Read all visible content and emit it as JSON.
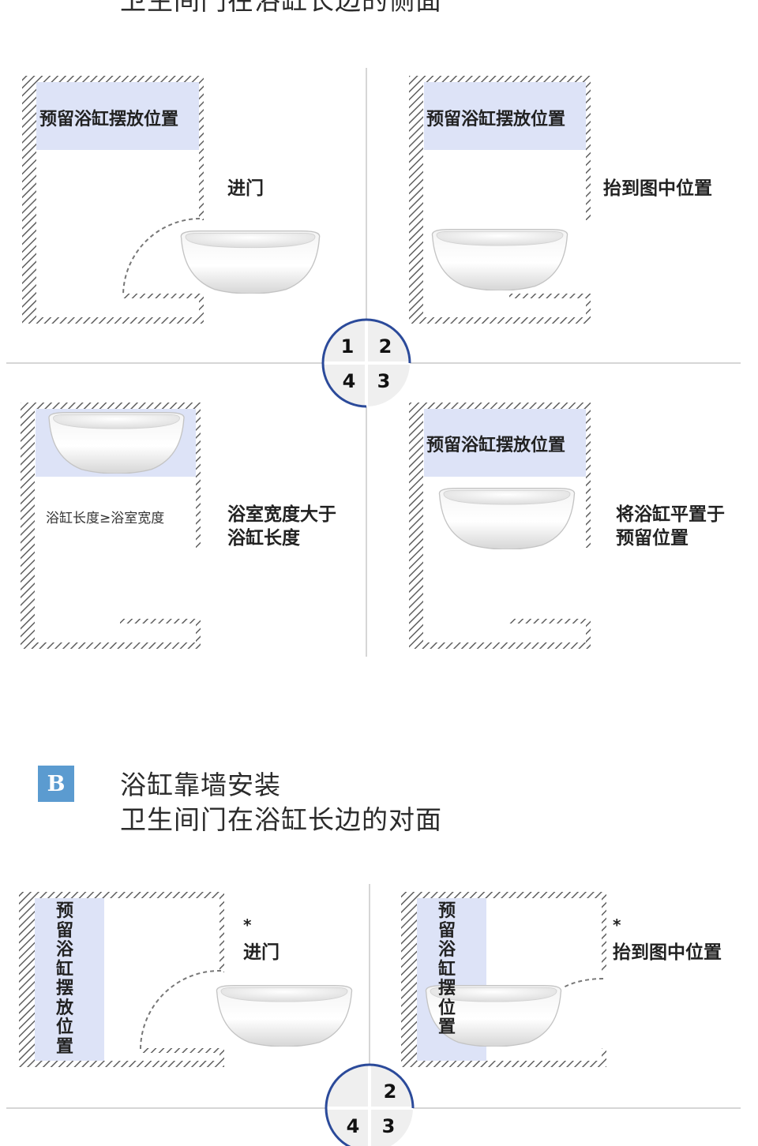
{
  "section_a": {
    "subtitle_cut": "卫生间门在浴缸长边的侧面",
    "panels": [
      {
        "reserve_label": "预留浴缸摆放位置",
        "caption": "进门"
      },
      {
        "reserve_label": "预留浴缸摆放位置",
        "caption": "抬到图中位置"
      },
      {
        "inner_note": "浴缸长度≥浴室宽度",
        "caption_line1": "浴室宽度大于",
        "caption_line2": "浴缸长度"
      },
      {
        "reserve_label": "预留浴缸摆放位置",
        "caption_line1": "将浴缸平置于",
        "caption_line2": "预留位置"
      }
    ],
    "steps": [
      "1",
      "2",
      "3",
      "4"
    ]
  },
  "section_b": {
    "badge": "B",
    "title_line1": "浴缸靠墙安装",
    "title_line2": "卫生间门在浴缸长边的对面",
    "panels": [
      {
        "reserve_label": "预留浴缸摆放位置",
        "caption_mark": "*",
        "caption": "进门"
      },
      {
        "reserve_label": "预留浴缸摆位置",
        "caption_mark": "*",
        "caption": "抬到图中位置"
      }
    ],
    "steps": [
      "2",
      "4",
      "3"
    ]
  },
  "colors": {
    "wall": "#6b6b6b",
    "reserve": "#dde3f7",
    "accent": "#2b4a9a",
    "badge": "#5b9bd0"
  }
}
